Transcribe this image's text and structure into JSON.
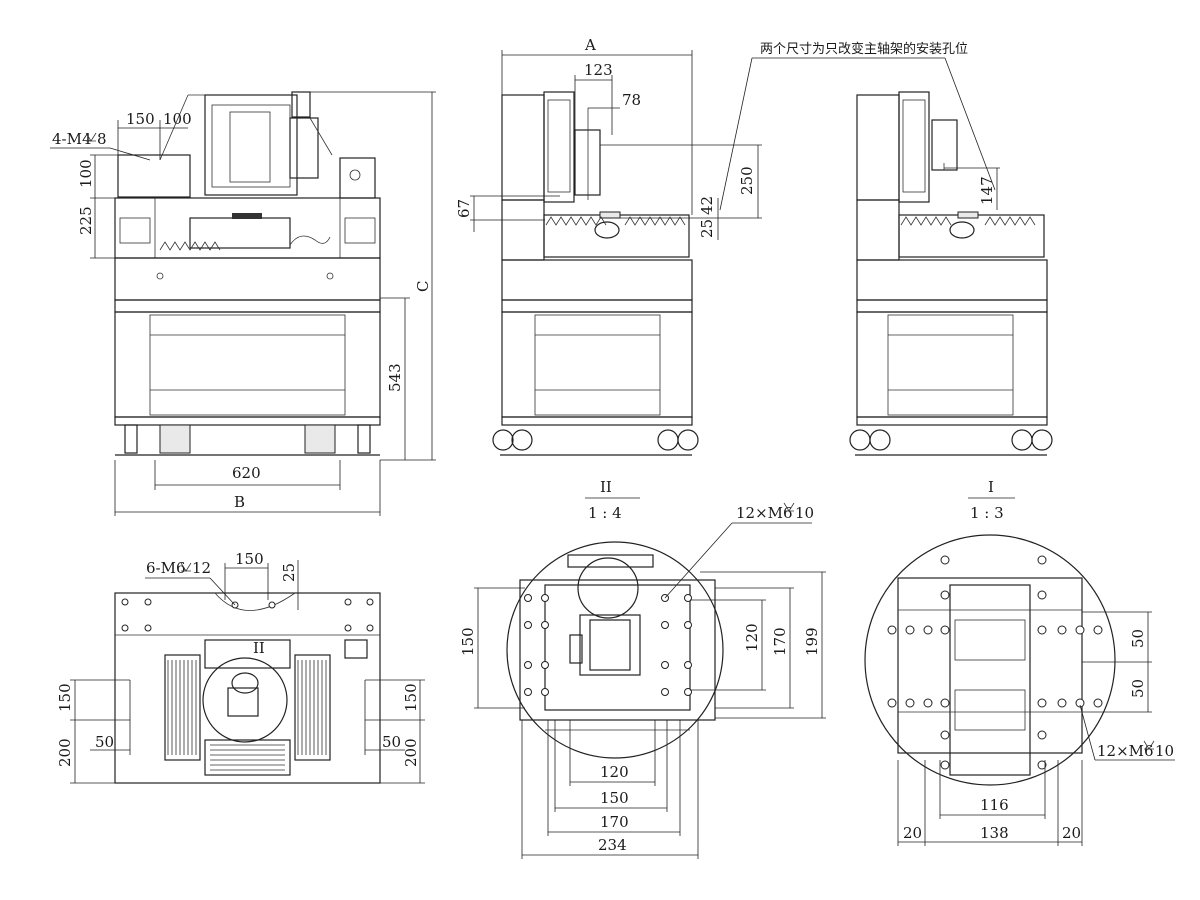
{
  "sheet": {
    "title": ""
  },
  "front_view": {
    "label_4m4": "4-M4",
    "label_4m4_depth": "8",
    "dim_150": "150",
    "dim_100_top": "100",
    "dim_100_left": "100",
    "dim_225": "225",
    "dim_543": "543",
    "dim_620": "620",
    "dim_B": "B",
    "dim_C": "C"
  },
  "side_view": {
    "dim_A": "A",
    "dim_123": "123",
    "dim_78": "78",
    "dim_250": "250",
    "dim_67": "67",
    "dim_42": "42",
    "dim_25": "25",
    "note_cn": "两个尺寸为只改变主轴架的安装孔位"
  },
  "right_view": {
    "dim_147": "147"
  },
  "top_view": {
    "label_6m6": "6-M6",
    "label_6m6_depth": "12",
    "dim_150": "150",
    "dim_25": "25",
    "detail_ref": "II",
    "dim_150_left": "150",
    "dim_200_left": "200",
    "dim_50_left": "50",
    "dim_150_right": "150",
    "dim_200_right": "200",
    "dim_50_right": "50"
  },
  "detail_II": {
    "title": "II",
    "scale": "1 : 4",
    "label_holes": "12×M6",
    "label_holes_depth": "10",
    "dim_150_left": "150",
    "dim_120_right": "120",
    "dim_170_right": "170",
    "dim_199_right": "199",
    "dim_120_bottom": "120",
    "dim_150_bottom": "150",
    "dim_170_bottom": "170",
    "dim_234_bottom": "234"
  },
  "detail_I": {
    "title": "I",
    "scale": "1 : 3",
    "label_holes": "12×M6",
    "label_holes_depth": "10",
    "dim_50_top": "50",
    "dim_50_bottom": "50",
    "dim_116": "116",
    "dim_20_left": "20",
    "dim_138": "138",
    "dim_20_right": "20"
  },
  "colors": {
    "line": "#222222",
    "background": "#ffffff",
    "fill": "#e9e9e9"
  },
  "icons": {
    "depth_symbol": "countersink-depth-icon"
  }
}
